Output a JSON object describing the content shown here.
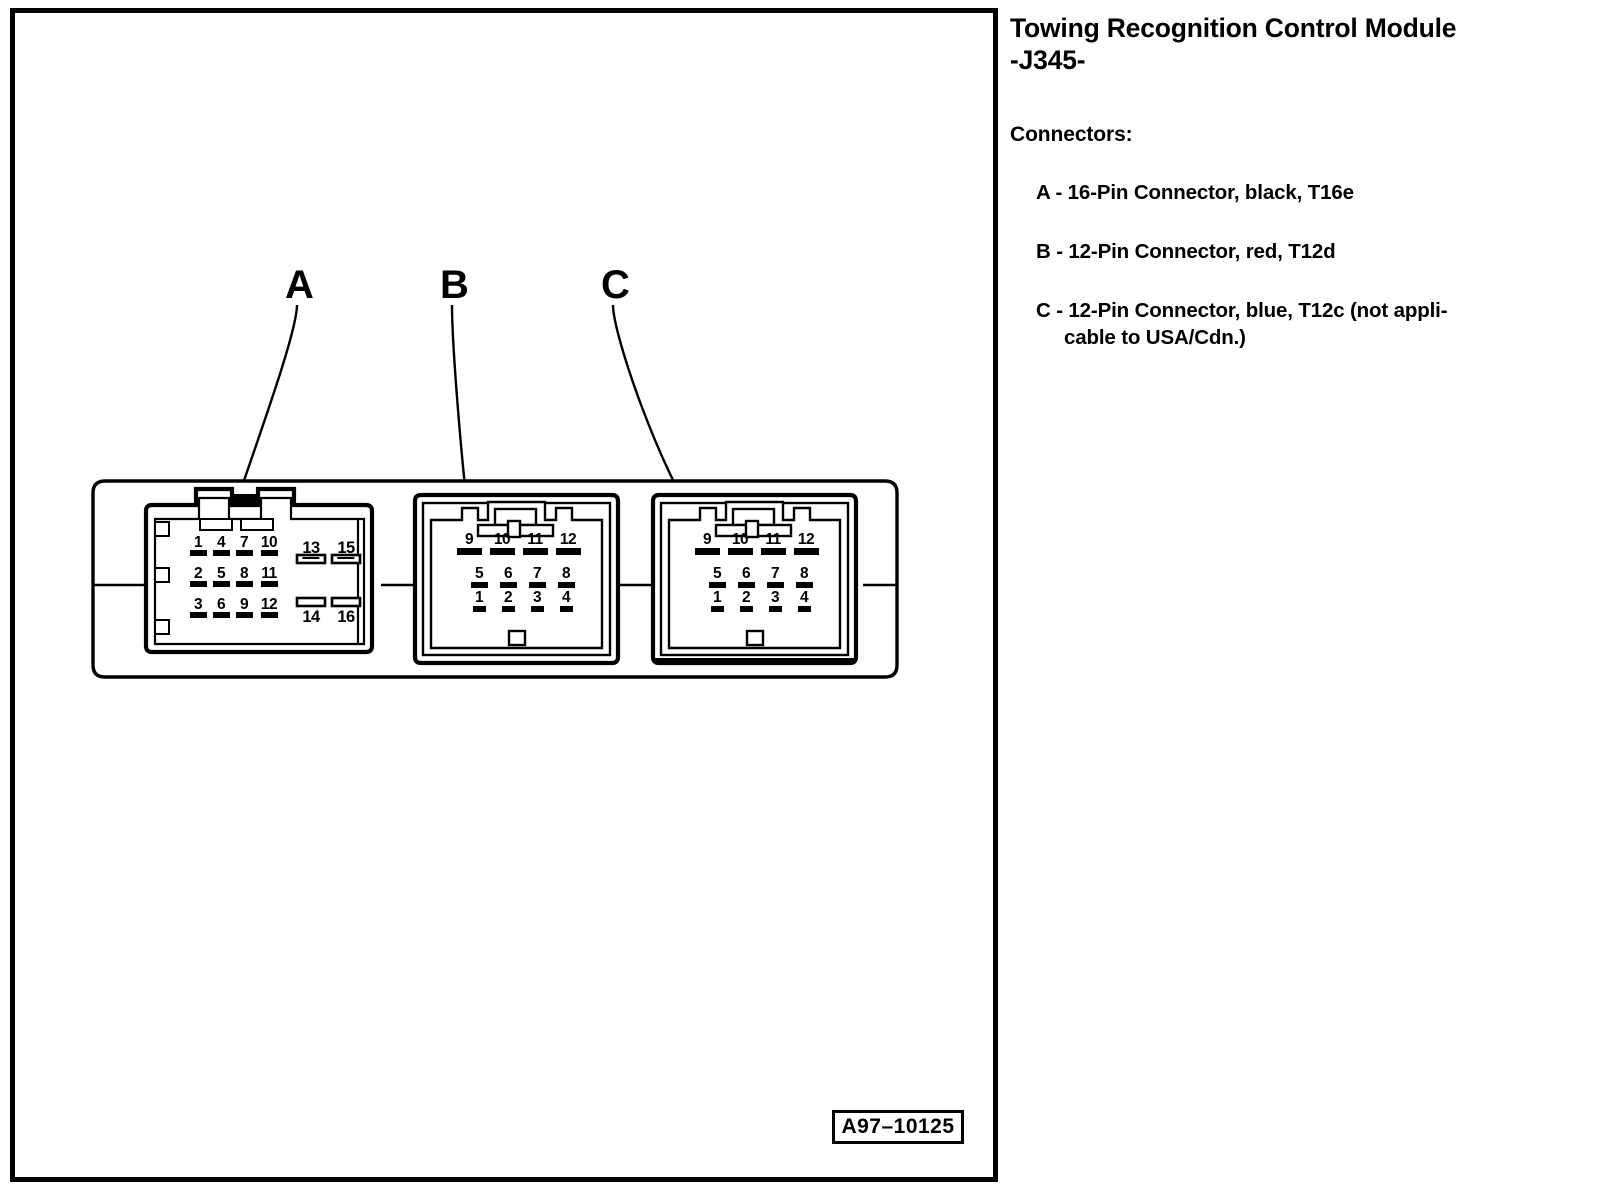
{
  "document": {
    "figure_id": "A97–10125"
  },
  "text_panel": {
    "title": "Towing Recognition Control Module\n-J345-",
    "connectors_heading": "Connectors:",
    "connector_entries": [
      {
        "id": "A",
        "text": "A - 16-Pin Connector, black, T16e",
        "continuation": ""
      },
      {
        "id": "B",
        "text": "B - 12-Pin Connector, red, T12d",
        "continuation": ""
      },
      {
        "id": "C",
        "text": "C - 12-Pin Connector, blue, T12c (not appli-",
        "continuation": "cable to USA/Cdn.)"
      }
    ]
  },
  "diagram": {
    "callouts": [
      {
        "label": "A"
      },
      {
        "label": "B"
      },
      {
        "label": "C"
      }
    ],
    "connector_a": {
      "name": "16-Pin Connector T16e",
      "pin_columns": [
        [
          "1",
          "2",
          "3"
        ],
        [
          "4",
          "5",
          "6"
        ],
        [
          "7",
          "8",
          "9"
        ],
        [
          "10",
          "11",
          "12"
        ]
      ],
      "large_pins_top": [
        "13",
        "15"
      ],
      "large_pins_bottom": [
        "14",
        "16"
      ]
    },
    "connector_b": {
      "name": "12-Pin Connector T12d",
      "row_top": [
        "9",
        "10",
        "11",
        "12"
      ],
      "row_mid": [
        "5",
        "6",
        "7",
        "8"
      ],
      "row_bottom": [
        "1",
        "2",
        "3",
        "4"
      ]
    },
    "connector_c": {
      "name": "12-Pin Connector T12c",
      "row_top": [
        "9",
        "10",
        "11",
        "12"
      ],
      "row_mid": [
        "5",
        "6",
        "7",
        "8"
      ],
      "row_bottom": [
        "1",
        "2",
        "3",
        "4"
      ]
    }
  },
  "colors": {
    "ink": "#000000",
    "paper": "#ffffff"
  }
}
